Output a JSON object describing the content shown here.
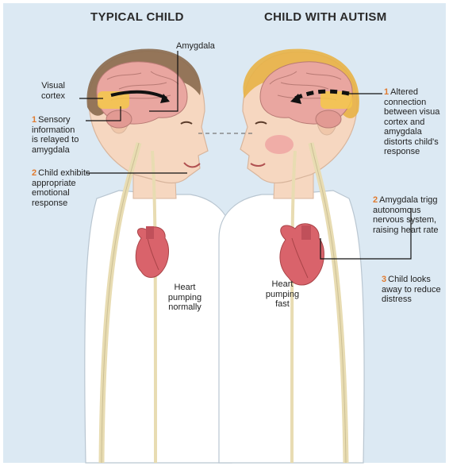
{
  "headings": {
    "left": "TYPICAL CHILD",
    "right": "CHILD WITH AUTISM"
  },
  "left_labels": {
    "amygdala": "Amygdala",
    "visual_cortex": [
      "Visual",
      "cortex"
    ],
    "step1": {
      "num": "1",
      "lines": [
        "Sensory",
        "information",
        "is relayed to",
        "amygdala"
      ]
    },
    "step2": {
      "num": "2",
      "lines": [
        "Child exhibits",
        "appropriate",
        "emotional",
        "response"
      ]
    },
    "heart": [
      "Heart",
      "pumping",
      "normally"
    ]
  },
  "right_labels": {
    "step1": {
      "num": "1",
      "lines": [
        "Altered",
        "connection",
        "between visua",
        "cortex and",
        "amygdala",
        "distorts child's",
        "response"
      ]
    },
    "step2": {
      "num": "2",
      "lines": [
        "Amygdala trigg",
        "autonomous",
        "nervous system,",
        "raising heart rate"
      ]
    },
    "step3": {
      "num": "3",
      "lines": [
        "Child looks",
        "away to reduce",
        "distress"
      ]
    },
    "heart": [
      "Heart",
      "pumping",
      "fast"
    ]
  },
  "colors": {
    "background": "#dce9f3",
    "skin": "#f6d7c0",
    "hair_left": "#8a6a4e",
    "hair_right": "#e7b34a",
    "shirt": "#ffffff",
    "heart": "#d9636b",
    "accent_number": "#e07a2e"
  }
}
